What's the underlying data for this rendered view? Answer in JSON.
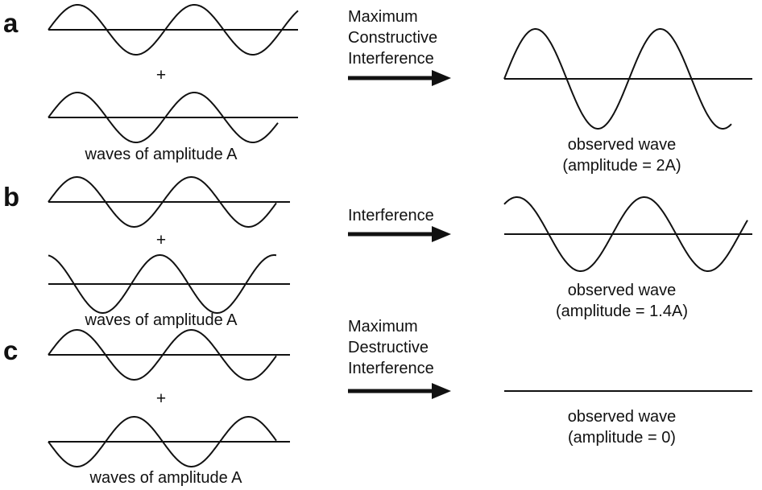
{
  "panels": [
    {
      "letter": "a",
      "plus": "+",
      "input_caption": "waves of amplitude A",
      "process_lines": [
        "Maximum",
        "Constructive",
        "Interference"
      ],
      "result_caption_lines": [
        "observed wave",
        "(amplitude = 2A)"
      ],
      "wave1_phase": "in phase",
      "wave2_phase": "in phase",
      "result_amplitude": "2A"
    },
    {
      "letter": "b",
      "plus": "+",
      "input_caption": "waves of amplitude A",
      "process_lines": [
        "Interference"
      ],
      "result_caption_lines": [
        "observed wave",
        "(amplitude = 1.4A)"
      ],
      "wave1_phase": "reference",
      "wave2_phase": "shifted by quarter cycle",
      "result_amplitude": "1.4A"
    },
    {
      "letter": "c",
      "plus": "+",
      "input_caption": "waves of amplitude A",
      "process_lines": [
        "Maximum",
        "Destructive",
        "Interference"
      ],
      "result_caption_lines": [
        "observed wave",
        "(amplitude = 0)"
      ],
      "wave1_phase": "reference",
      "wave2_phase": "opposite phase",
      "result_amplitude": "0"
    }
  ],
  "colors": {
    "ink": "#111111",
    "background": "#ffffff"
  }
}
